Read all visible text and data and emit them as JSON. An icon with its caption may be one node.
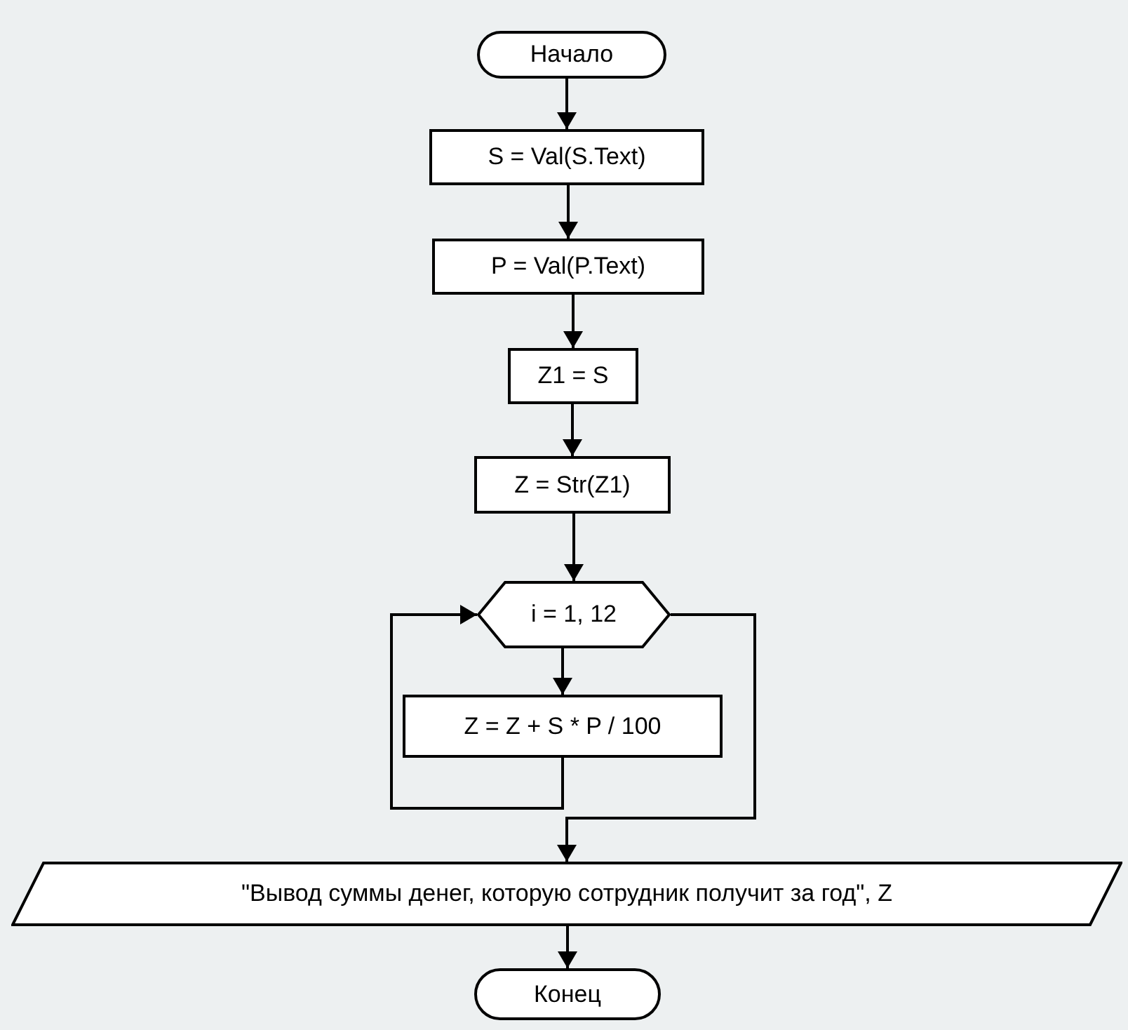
{
  "diagram": {
    "nodes": [
      {
        "text": [
          "Начало"
        ]
      },
      {
        "text": [
          "S = Val(S.Text)"
        ]
      },
      {
        "text": [
          "P = Val(P.Text)"
        ]
      },
      {
        "text": [
          "Z1 = S"
        ]
      },
      {
        "text": [
          "Z = Str(Z1)"
        ]
      },
      {
        "text": [
          "i = 1, 12"
        ]
      },
      {
        "text": [
          "Z = Z + S * P / 100"
        ]
      },
      {
        "text": [
          "\"Вывод суммы денег, которую сотрудник получит за год\", Z"
        ]
      },
      {
        "text": [
          "Конец"
        ]
      }
    ],
    "edges": [
      {
        "from": 0,
        "to": 1,
        "arrow": "to"
      },
      {
        "from": 1,
        "to": 2,
        "arrow": "to"
      },
      {
        "from": 2,
        "to": 3,
        "arrow": "to"
      },
      {
        "from": 3,
        "to": 4,
        "arrow": "to"
      },
      {
        "from": 4,
        "to": 5,
        "arrow": "to"
      },
      {
        "from": 5,
        "to": 6,
        "arrow": "to"
      },
      {
        "from": 6,
        "to": 5,
        "arrow": "to"
      },
      {
        "from": 5,
        "to": 7,
        "arrow": "to"
      },
      {
        "from": 7,
        "to": 8,
        "arrow": "to"
      }
    ]
  }
}
